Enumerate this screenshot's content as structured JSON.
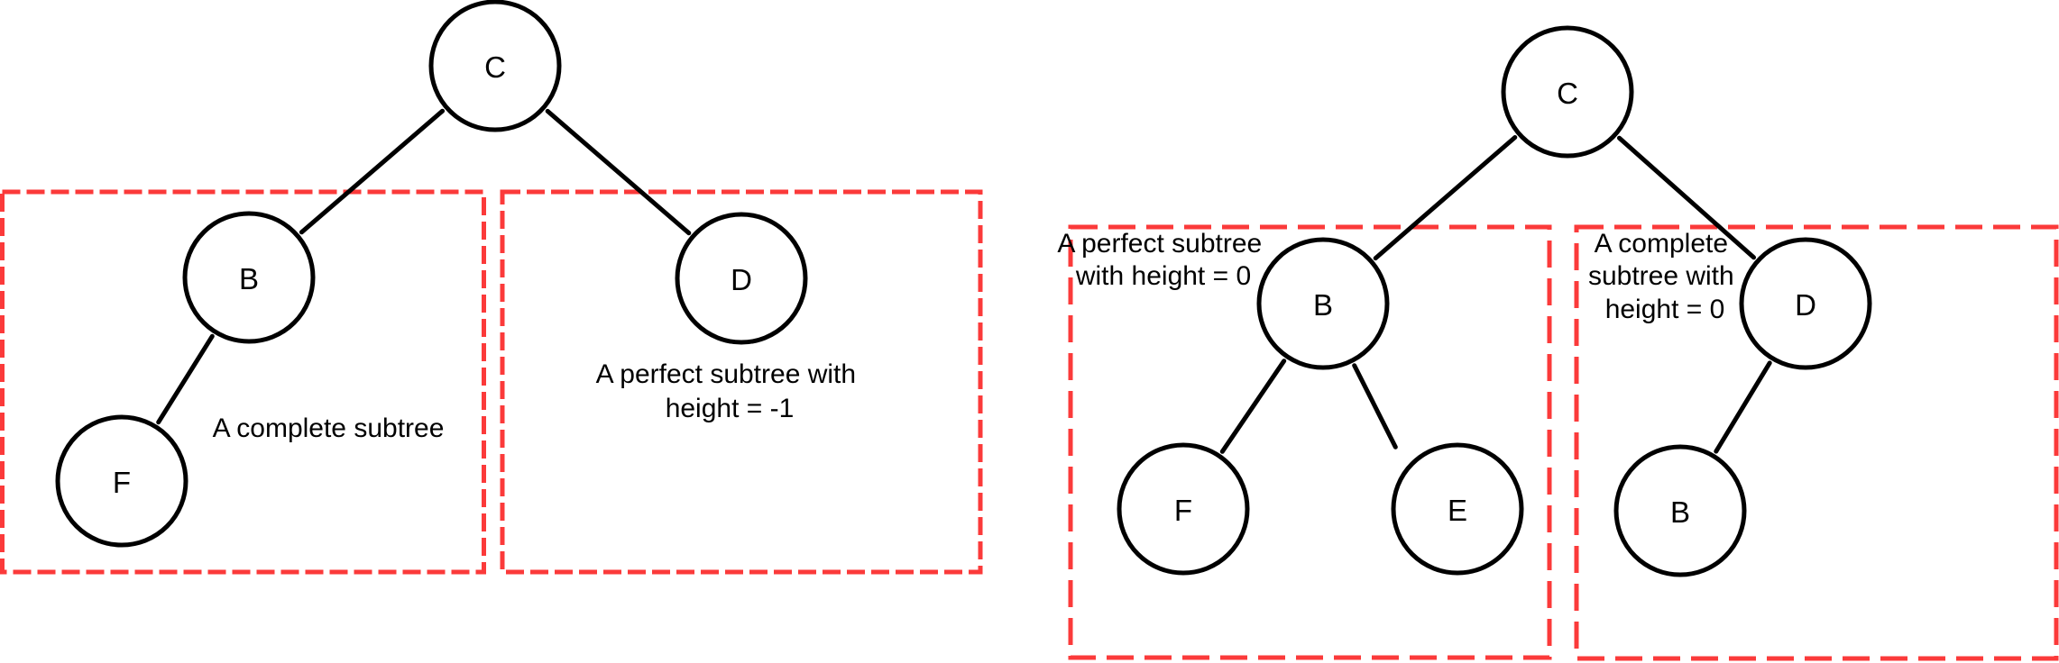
{
  "colors": {
    "region_red": "#fb3a3a",
    "stroke_black": "#000000",
    "background": "#ffffff"
  },
  "left_tree": {
    "nodes": {
      "root": "C",
      "left_child": "B",
      "left_left_child": "F",
      "right_child": "D"
    },
    "left_region": {
      "lines": [
        "A complete subtree"
      ]
    },
    "right_region": {
      "lines": [
        "A perfect subtree with",
        "height = -1"
      ]
    }
  },
  "right_tree": {
    "nodes": {
      "root": "C",
      "left_child": "B",
      "left_left_child": "F",
      "left_right_child": "E",
      "right_child": "D",
      "right_left_child": "B"
    },
    "left_region": {
      "lines": [
        "A perfect subtree",
        "with height = 0"
      ]
    },
    "right_region": {
      "lines": [
        "A complete",
        "subtree with",
        "height = 0"
      ]
    }
  }
}
